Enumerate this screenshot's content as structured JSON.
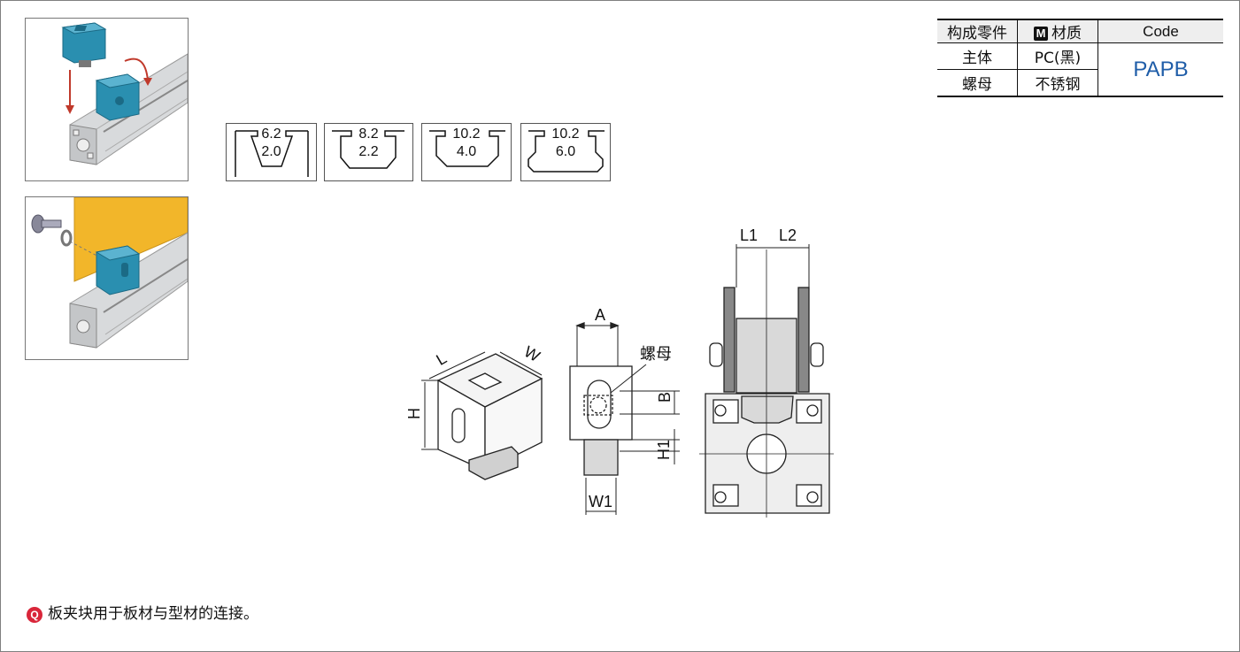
{
  "photos": [
    {
      "name": "step-insert-and-rotate"
    },
    {
      "name": "step-bolt-panel"
    }
  ],
  "slots": [
    {
      "top": "6.2",
      "bottom": "2.0"
    },
    {
      "top": "8.2",
      "bottom": "2.2"
    },
    {
      "top": "10.2",
      "bottom": "4.0"
    },
    {
      "top": "10.2",
      "bottom": "6.0"
    }
  ],
  "table": {
    "headers": {
      "part": "构成零件",
      "material_badge": "M",
      "material": "材质",
      "code": "Code"
    },
    "rows": [
      {
        "part": "主体",
        "material": "PC(黑)"
      },
      {
        "part": "螺母",
        "material": "不锈钢"
      }
    ],
    "code": "PAPB"
  },
  "dimensions": {
    "L": "L",
    "W": "W",
    "H": "H",
    "A": "A",
    "B": "B",
    "H1": "H1",
    "W1": "W1",
    "L1": "L1",
    "L2": "L2",
    "nut": "螺母"
  },
  "note": {
    "icon": "Q",
    "text": "板夹块用于板材与型材的连接。"
  },
  "colors": {
    "part_teal": "#2a8fb0",
    "panel_yellow": "#f2b62a",
    "arrow_red": "#c0392b",
    "code_blue": "#1f5da8"
  }
}
